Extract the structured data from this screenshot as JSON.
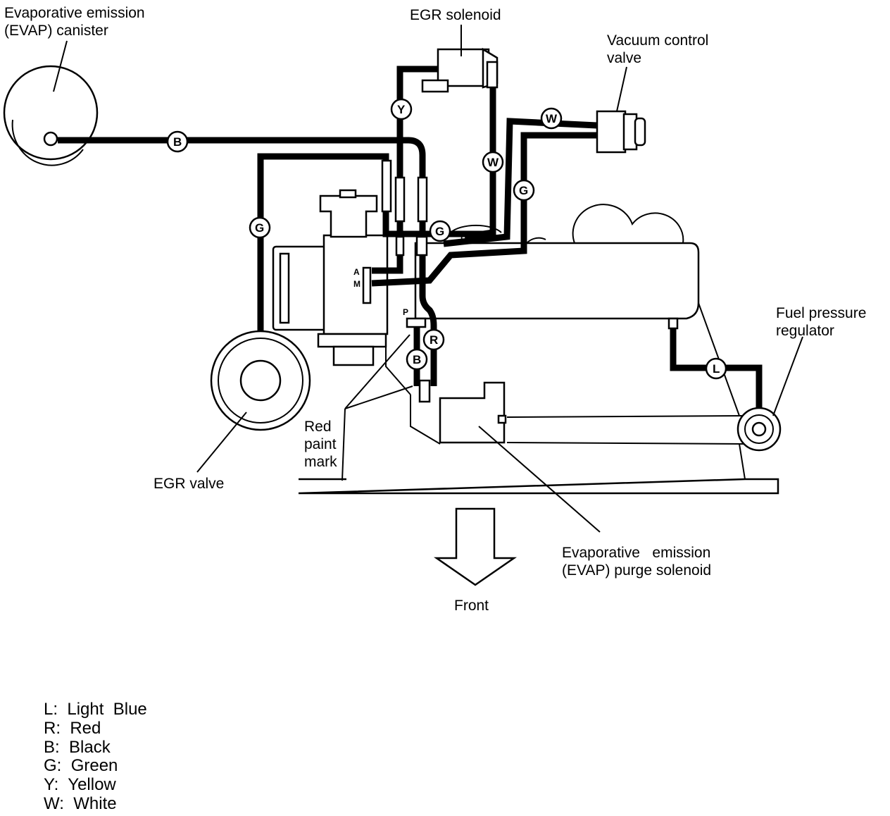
{
  "labels": {
    "evap_canister": [
      "Evaporative emission",
      "(EVAP) canister"
    ],
    "egr_solenoid": "EGR solenoid",
    "vacuum_control_valve": [
      "Vacuum control",
      "valve"
    ],
    "fuel_pressure_regulator": [
      "Fuel pressure",
      "regulator"
    ],
    "egr_valve": "EGR valve",
    "red_paint_mark": [
      "Red",
      "paint",
      "mark"
    ],
    "evap_purge_solenoid": [
      "Evaporative   emission",
      "(EVAP) purge solenoid"
    ],
    "front": "Front"
  },
  "port_labels": {
    "a": "A",
    "m": "M",
    "p": "P",
    "l": "L"
  },
  "hose_tags": {
    "canister_line": "B",
    "egr_valve_line": "G",
    "solenoid_left_line": "Y",
    "solenoid_right_line": "W",
    "vacuum_valve_line": "W",
    "vacuum_valve_lower_line": "G",
    "throttle_top_line": "G",
    "purge_left_line": "B",
    "purge_right_line": "R",
    "regulator_line": "L"
  },
  "legend": [
    {
      "code": "L:",
      "color": "Light  Blue"
    },
    {
      "code": "R:",
      "color": "Red"
    },
    {
      "code": "B:",
      "color": "Black"
    },
    {
      "code": "G:",
      "color": "Green"
    },
    {
      "code": "Y:",
      "color": "Yellow"
    },
    {
      "code": "W:",
      "color": "White"
    }
  ]
}
